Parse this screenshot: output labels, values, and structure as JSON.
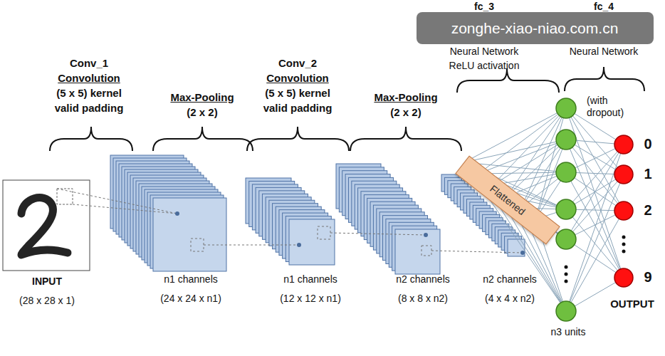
{
  "diagram": {
    "nodes": [
      {
        "text": [
          "Flattened"
        ]
      }
    ],
    "labels": [
      "Conv_1",
      "Convolution",
      "(5 x 5) kernel",
      "valid padding",
      "Max-Pooling",
      "(2 x 2)",
      "Conv_2",
      "Convolution",
      "(5 x 5) kernel",
      "valid padding",
      "Max-Pooling",
      "(2 x 2)",
      "fc_3",
      "Neural Network",
      "ReLU activation",
      "fc_4",
      "Neural Network",
      "(with dropout)",
      "INPUT",
      "(28 x 28 x 1)",
      "n1 channels",
      "(24 x 24 x n1)",
      "n1 channels",
      "(12 x 12 x n1)",
      "n2 channels",
      "(8 x 8 x n2)",
      "n2 channels",
      "(4 x 4 x n2)",
      "n3 units",
      "0",
      "1",
      "2",
      "9",
      "OUTPUT",
      "zonghe-xiao-niao.com.cn"
    ]
  }
}
